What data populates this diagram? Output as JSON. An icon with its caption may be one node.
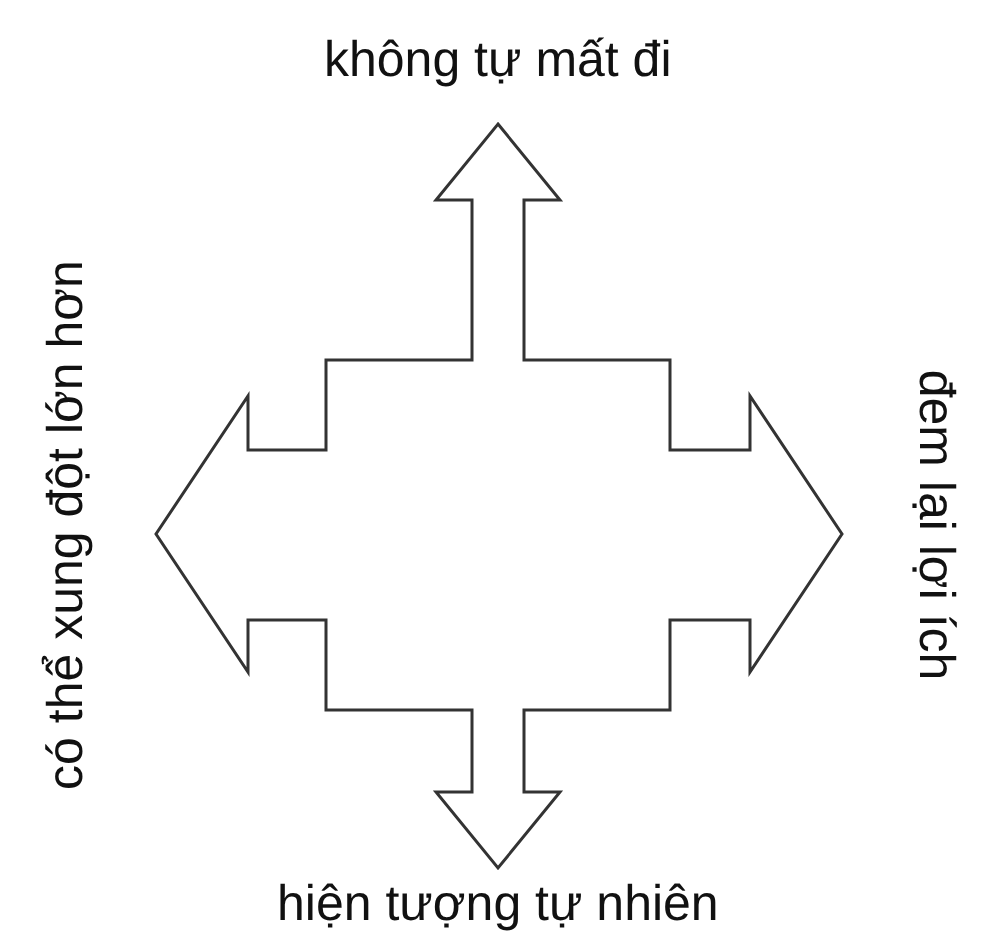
{
  "diagram": {
    "labels": [
      "không tự mất đi",
      "có thể xung đột lớn hơn",
      "đem lại lợi ích",
      "hiện tượng tự nhiên"
    ]
  }
}
